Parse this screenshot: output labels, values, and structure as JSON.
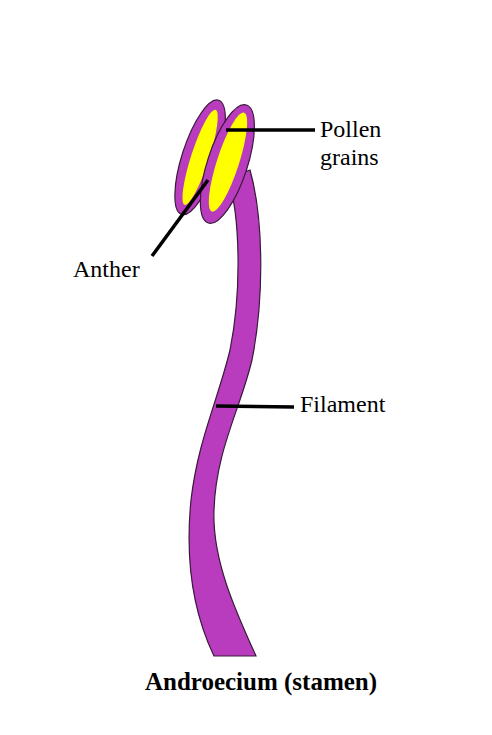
{
  "diagram": {
    "caption": "Androecium (stamen)",
    "labels": [
      "Pollen grains",
      "Anther",
      "Filament"
    ]
  }
}
